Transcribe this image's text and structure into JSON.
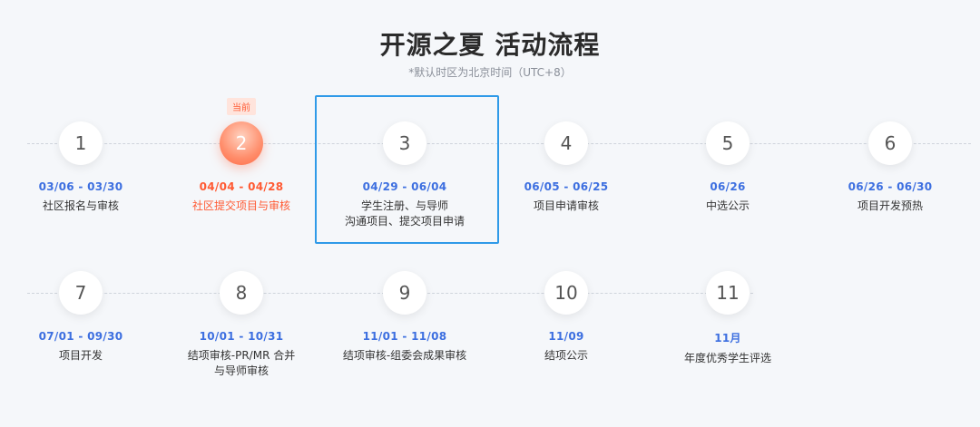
{
  "header": {
    "title": "开源之夏 活动流程",
    "subtitle": "*默认时区为北京时间（UTC+8）"
  },
  "current_badge": "当前",
  "colors": {
    "date_blue": "#3d6fe0",
    "active_orange": "#ff5a33",
    "highlight_border": "#2f9ae8"
  },
  "steps": [
    {
      "number": "1",
      "date": "03/06 - 03/30",
      "label": "社区报名与审核"
    },
    {
      "number": "2",
      "date": "04/04 - 04/28",
      "label": "社区提交项目与审核",
      "current": true
    },
    {
      "number": "3",
      "date": "04/29 - 06/04",
      "label_line1": "学生注册、与导师",
      "label_line2": "沟通项目、提交项目申请",
      "highlighted": true
    },
    {
      "number": "4",
      "date": "06/05 - 06/25",
      "label": "项目申请审核"
    },
    {
      "number": "5",
      "date": "06/26",
      "label": "中选公示"
    },
    {
      "number": "6",
      "date": "06/26 - 06/30",
      "label": "项目开发预热"
    },
    {
      "number": "7",
      "date": "07/01 - 09/30",
      "label": "项目开发"
    },
    {
      "number": "8",
      "date": "10/01 - 10/31",
      "label_line1": "结项审核-PR/MR 合并",
      "label_line2": "与导师审核"
    },
    {
      "number": "9",
      "date": "11/01 - 11/08",
      "label": "结项审核-组委会成果审核"
    },
    {
      "number": "10",
      "date": "11/09",
      "label": "结项公示"
    },
    {
      "number": "11",
      "date": "11月",
      "label": "年度优秀学生评选"
    }
  ]
}
